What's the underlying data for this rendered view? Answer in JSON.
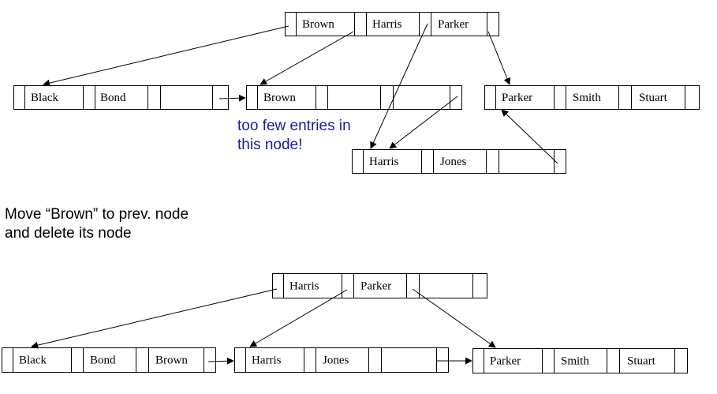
{
  "before": {
    "root": [
      "Brown",
      "Harris",
      "Parker"
    ],
    "leaves": [
      [
        "Black",
        "Bond"
      ],
      [
        "Brown"
      ],
      [
        "Harris",
        "Jones"
      ],
      [
        "Parker",
        "Smith",
        "Stuart"
      ]
    ]
  },
  "note_underflow": [
    "too few entries in",
    "this node!"
  ],
  "instruction": [
    "Move “Brown” to prev. node",
    "and delete its node"
  ],
  "after": {
    "root": [
      "Harris",
      "Parker"
    ],
    "leaves": [
      [
        "Black",
        "Bond",
        "Brown"
      ],
      [
        "Harris",
        "Jones"
      ],
      [
        "Parker",
        "Smith",
        "Stuart"
      ]
    ]
  },
  "colors": {
    "line": "#000000",
    "note": "#1a1a9c"
  }
}
